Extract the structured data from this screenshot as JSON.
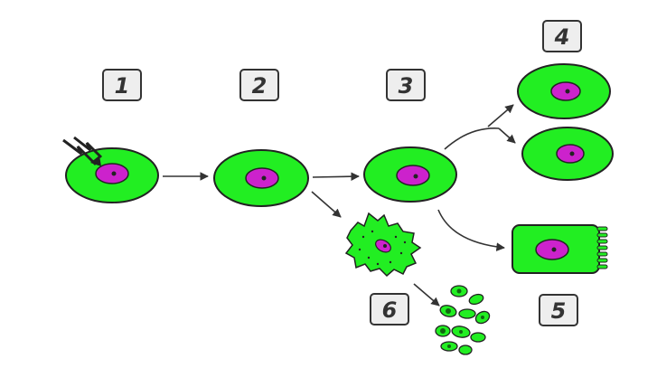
{
  "labels": {
    "l1": "1",
    "l2": "2",
    "l3": "3",
    "l4": "4",
    "l5": "5",
    "l6": "6"
  },
  "colors": {
    "cell_fill": "#22ee22",
    "nucleus_fill": "#cc22cc",
    "outline": "#222222",
    "label_box": "#eeeeee",
    "arrow": "#333333"
  },
  "icons": {
    "damage": "lightning-bolt-icon"
  }
}
